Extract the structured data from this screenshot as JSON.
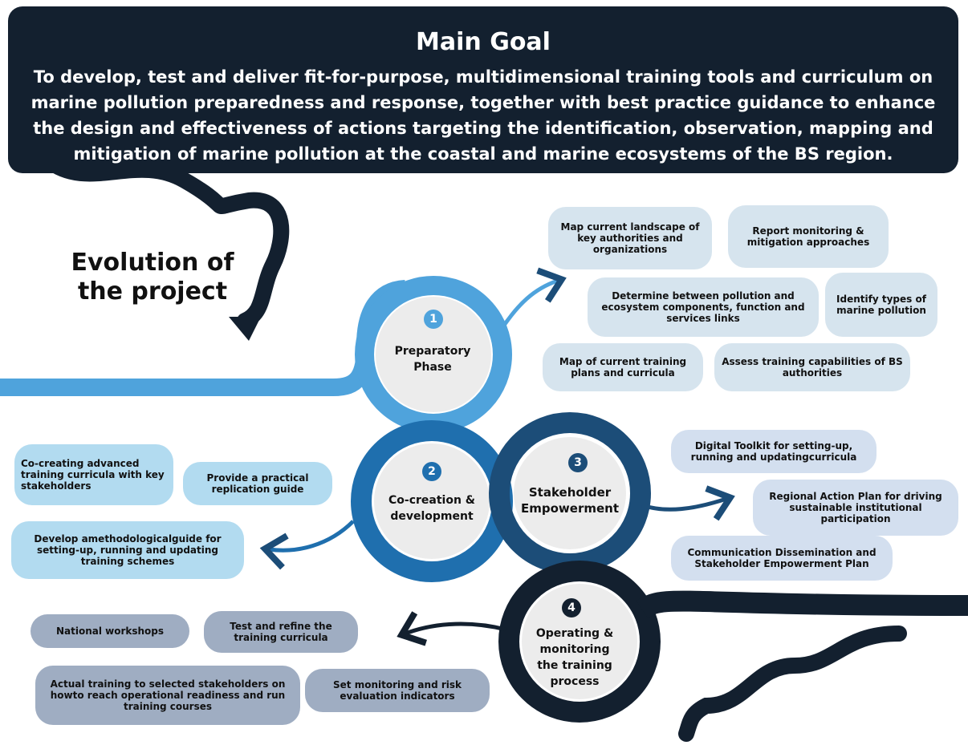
{
  "main_goal": {
    "title": "Main Goal",
    "text": "To develop, test and deliver fit-for-purpose, multidimensional training tools and curriculum on marine pollution preparedness and response, together with best practice guidance to enhance the design and effectiveness of actions targeting the identification, observation, mapping and mitigation of marine pollution at the coastal and marine ecosystems of the BS region."
  },
  "evolution_label": "Evolution of the project",
  "colors": {
    "dark": "#13202f",
    "phase1": "#4fa3dc",
    "phase2": "#1f6fae",
    "phase3": "#1c4d78",
    "phase4": "#13202f",
    "circle_fill": "#ececec"
  },
  "phases": [
    {
      "number": "1",
      "name": "Preparatory Phase",
      "items": [
        "Map current landscape of key authorities and organizations",
        "Report monitoring & mitigation approaches",
        "Determine between pollution and ecosystem components, function and services links",
        "Identify types of marine pollution",
        "Map of current training plans and curricula",
        "Assess training capabilities of BS authorities"
      ]
    },
    {
      "number": "2",
      "name": "Co-creation & development",
      "items": [
        "Co-creating advanced training curricula with key stakeholders",
        "Provide a practical replication guide",
        "Develop amethodologicalguide for setting-up, running and updating training schemes"
      ]
    },
    {
      "number": "3",
      "name": "Stakeholder Empowerment",
      "items": [
        "Digital Toolkit for setting-up, running and updatingcurricula",
        "Regional Action Plan for driving sustainable institutional participation",
        "Communication Dissemination and Stakeholder Empowerment Plan"
      ]
    },
    {
      "number": "4",
      "name": "Operating & monitoring the training process",
      "items": [
        "National workshops",
        "Test and refine the training curricula",
        "Actual training to selected stakeholders on howto reach operational readiness and run training courses",
        "Set monitoring and risk evaluation indicators"
      ]
    }
  ]
}
